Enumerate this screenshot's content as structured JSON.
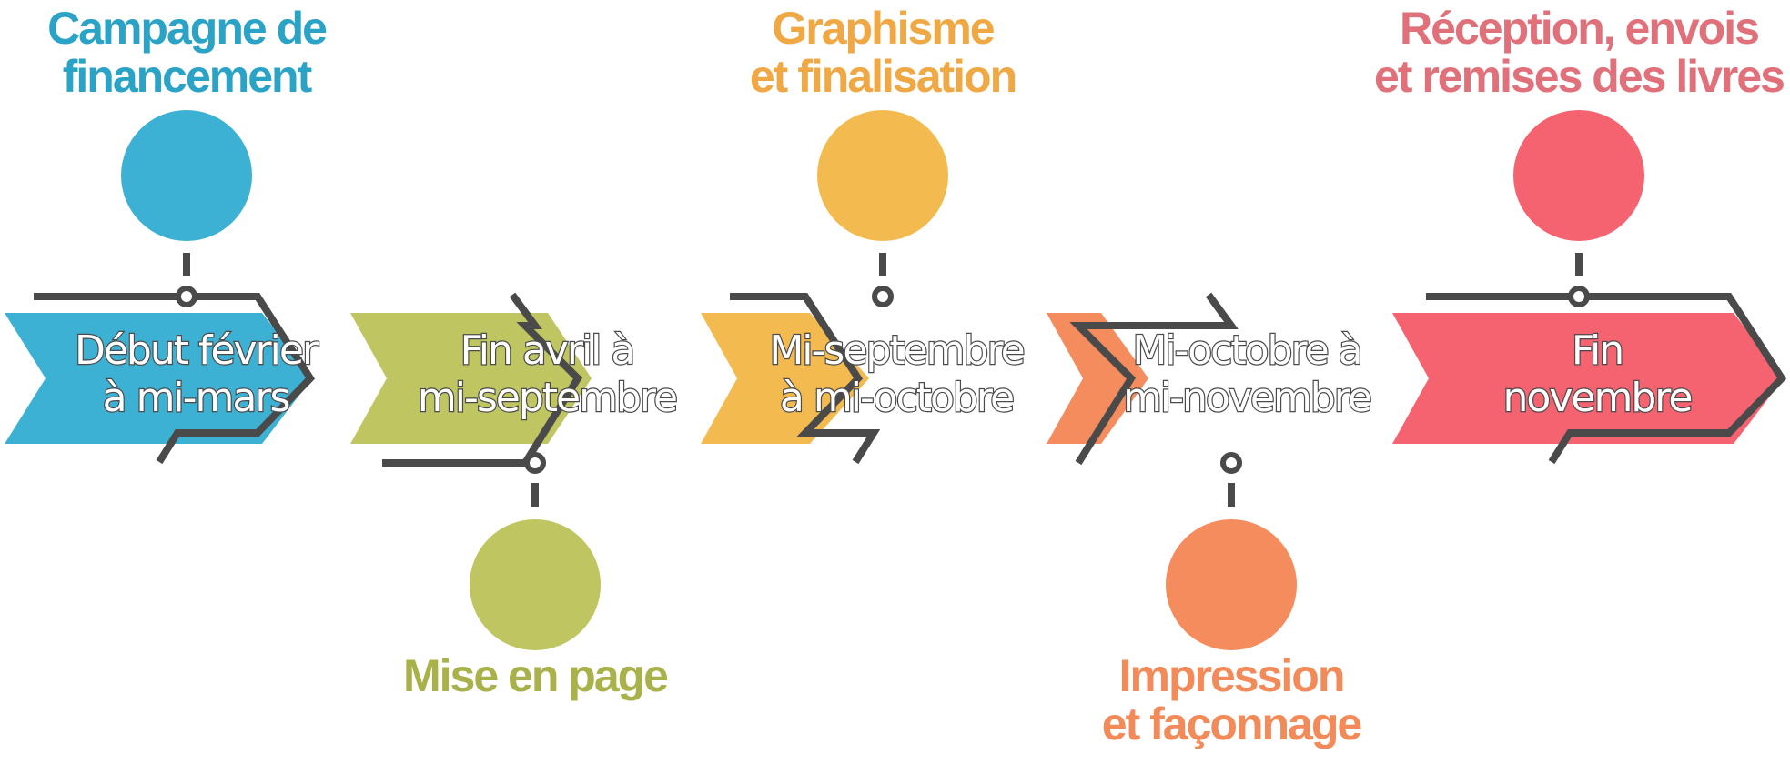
{
  "colors": {
    "line": "#4a4a4a",
    "background": "#ffffff"
  },
  "stages": [
    {
      "title_lines": [
        "Campagne de",
        "financement"
      ],
      "period_lines": [
        "Début février",
        "à mi-mars"
      ],
      "color": "#3db1d4",
      "title_color": "#2ba3c6",
      "position": "top"
    },
    {
      "title_lines": [
        "Mise en page"
      ],
      "period_lines": [
        "Fin avril à",
        "mi-septembre"
      ],
      "color": "#bec561",
      "title_color": "#a9b24a",
      "position": "bottom"
    },
    {
      "title_lines": [
        "Graphisme",
        "et finalisation"
      ],
      "period_lines": [
        "Mi-septembre",
        "à mi-octobre"
      ],
      "color": "#f3bb4f",
      "title_color": "#f0a844",
      "position": "top"
    },
    {
      "title_lines": [
        "Impression",
        "et façonnage"
      ],
      "period_lines": [
        "Mi-octobre à",
        "mi-novembre"
      ],
      "color": "#f48c5e",
      "title_color": "#f28a5a",
      "position": "bottom"
    },
    {
      "title_lines": [
        "Réception, envois",
        "et remises des livres"
      ],
      "period_lines": [
        "Fin",
        "novembre"
      ],
      "color": "#f4636f",
      "title_color": "#e0707a",
      "position": "top"
    }
  ]
}
